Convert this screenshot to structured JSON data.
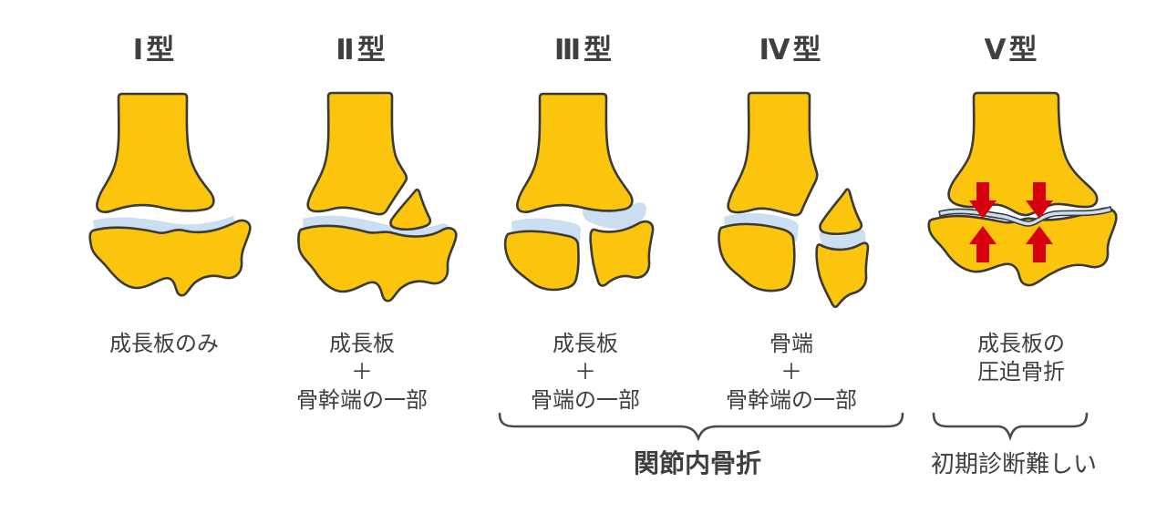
{
  "palette": {
    "bone_yellow": "#FBC40D",
    "plate_blue": "#CCDFF2",
    "outline": "#3A3A3A",
    "arrow_red": "#D6000F",
    "text_color": "#3F3F3F",
    "bracket_color": "#4A4A4A",
    "background": "#FFFFFF"
  },
  "types": [
    {
      "label": "Ⅰ型",
      "caption_lines": [
        "成長板のみ"
      ]
    },
    {
      "label": "Ⅱ型",
      "caption_lines": [
        "成長板",
        "＋",
        "骨幹端の一部"
      ]
    },
    {
      "label": "Ⅲ型",
      "caption_lines": [
        "成長板",
        "＋",
        "骨端の一部"
      ]
    },
    {
      "label": "Ⅳ型",
      "caption_lines": [
        "骨端",
        "＋",
        "骨幹端の一部"
      ]
    },
    {
      "label": "Ⅴ型",
      "caption_lines": [
        "成長板の",
        "圧迫骨折"
      ]
    }
  ],
  "annotations": {
    "intra_articular_label": "関節内骨折",
    "early_diagnosis_label": "初期診断難しい"
  }
}
